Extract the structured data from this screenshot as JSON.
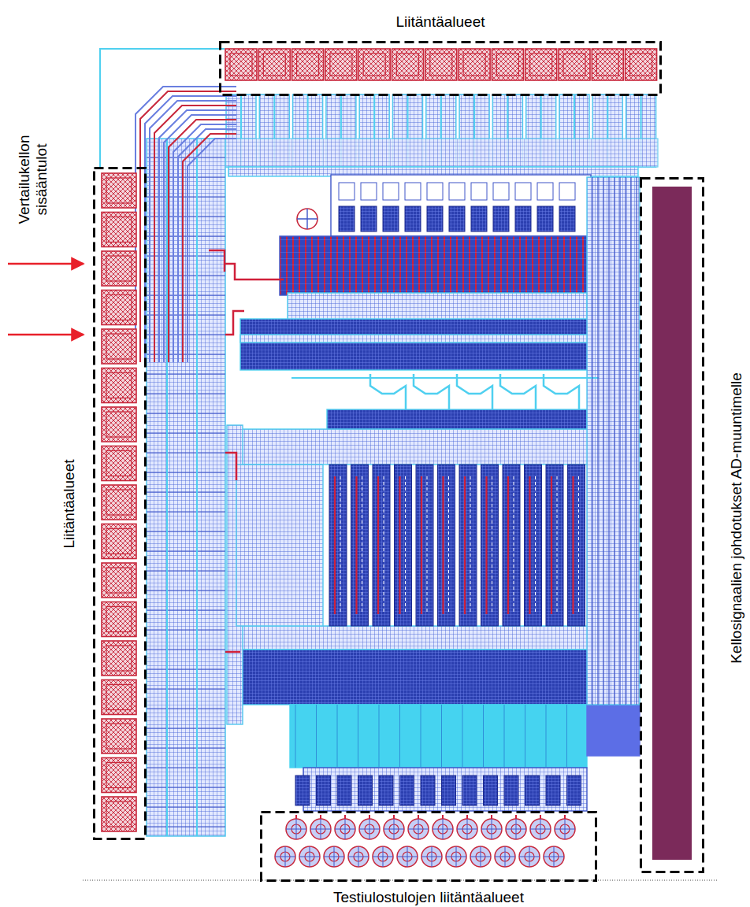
{
  "diagram": {
    "nodes": [
      {
        "text": [
          "Liitäntäalueet"
        ]
      },
      {
        "text": [
          "Liitäntäalueet"
        ]
      },
      {
        "text": [
          "Kellosignaalien johdotukset AD-muuntimelle"
        ]
      },
      {
        "text": [
          "Testiulostulojen liitäntäalueet"
        ]
      }
    ],
    "labels": [
      "Vertailukellon sisääntulot"
    ]
  }
}
